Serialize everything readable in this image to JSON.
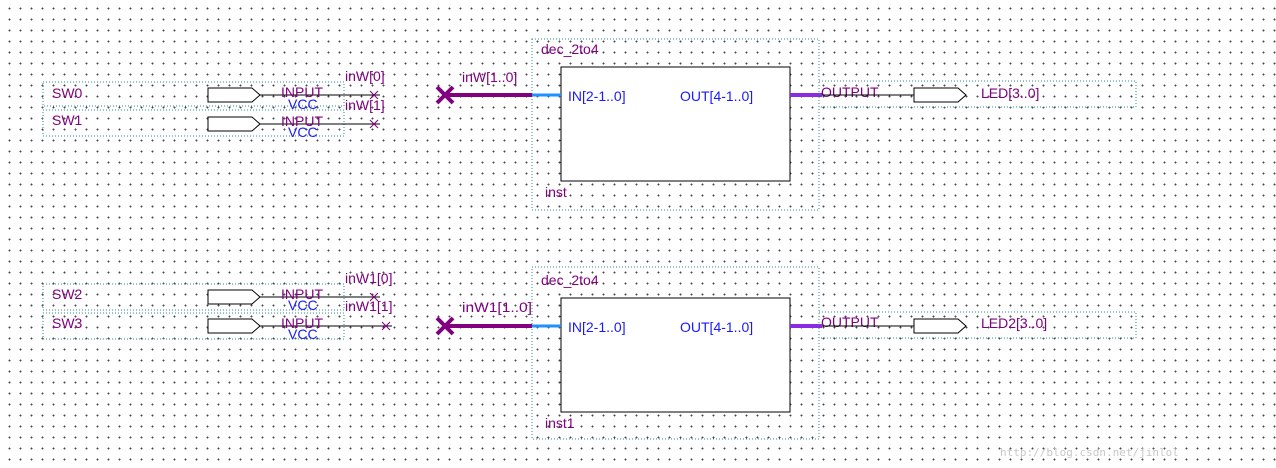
{
  "decoders": [
    {
      "type_name": "dec_2to4",
      "instance_name": "inst",
      "in_port": "IN[2-1..0]",
      "out_port": "OUT[4-1..0]",
      "in_bus_label": "inW[1..0]",
      "output_pin": {
        "kind": "OUTPUT",
        "name": "LED[3..0]"
      }
    },
    {
      "type_name": "dec_2to4",
      "instance_name": "inst1",
      "in_port": "IN[2-1..0]",
      "out_port": "OUT[4-1..0]",
      "in_bus_label": "inW1[1..0]",
      "output_pin": {
        "kind": "OUTPUT",
        "name": "LED2[3..0]"
      }
    }
  ],
  "input_pins": [
    {
      "name": "SW0",
      "kind": "INPUT",
      "default": "VCC",
      "net": "inW[0]"
    },
    {
      "name": "SW1",
      "kind": "INPUT",
      "default": "VCC",
      "net": "inW[1]"
    },
    {
      "name": "SW2",
      "kind": "INPUT",
      "default": "VCC",
      "net": "inW1[0]"
    },
    {
      "name": "SW3",
      "kind": "INPUT",
      "default": "VCC",
      "net": "inW1[1]"
    }
  ],
  "watermark": "http://blog.csdn.net/jinlol",
  "colors": {
    "label": "#800080",
    "port": "#1a1aff",
    "bus": "#800080",
    "out_bus": "#8a2be2",
    "in_stub": "#1e90ff",
    "frame": "#2e8b8b",
    "wire": "#000000"
  }
}
